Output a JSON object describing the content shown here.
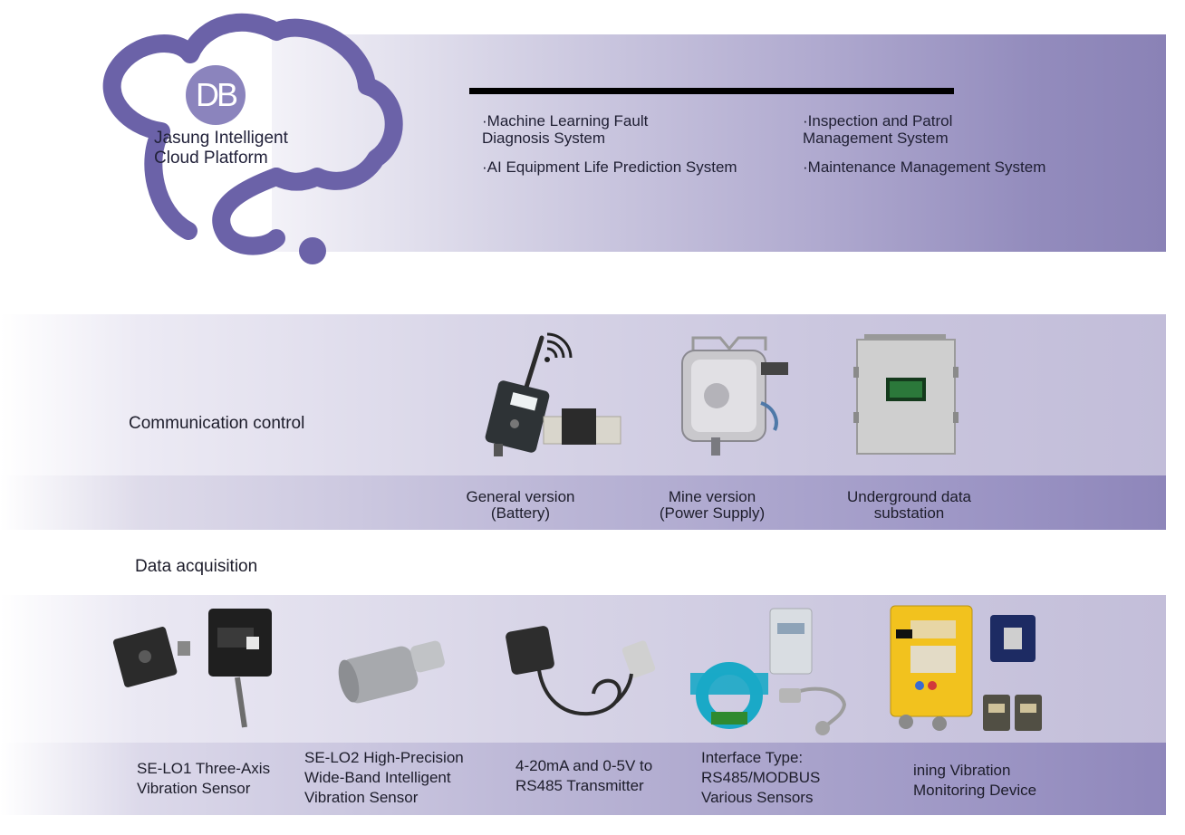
{
  "cloud": {
    "logo_text": "DB",
    "title_line1": "Jasung Intelligent",
    "title_line2": "Cloud Platform"
  },
  "features": {
    "col1": [
      {
        "line1": "·Machine Learning Fault",
        "line2": "Diagnosis System"
      },
      {
        "line1": "·AI Equipment Life Prediction System",
        "line2": ""
      }
    ],
    "col2": [
      {
        "line1": "·Inspection and Patrol",
        "line2": "Management System"
      },
      {
        "line1": "·Maintenance Management System",
        "line2": ""
      }
    ]
  },
  "communication": {
    "label": "Communication control",
    "devices": [
      {
        "line1": "General version",
        "line2": "(Battery)",
        "icon": "wireless-transmitter-icon"
      },
      {
        "line1": "Mine version",
        "line2": "(Power Supply)",
        "icon": "mine-box-icon"
      },
      {
        "line1": "Underground data",
        "line2": "substation",
        "icon": "substation-cabinet-icon"
      }
    ]
  },
  "acquisition": {
    "label": "Data acquisition",
    "devices": [
      {
        "lines": [
          "SE-LO1 Three-Axis",
          "Vibration Sensor"
        ],
        "icon": "three-axis-sensor-icon"
      },
      {
        "lines": [
          "SE-LO2 High-Precision",
          "Wide-Band Intelligent",
          "Vibration Sensor"
        ],
        "icon": "cylinder-sensor-icon"
      },
      {
        "lines": [
          "4-20mA and 0-5V to",
          "RS485 Transmitter"
        ],
        "icon": "transmitter-icon"
      },
      {
        "lines": [
          "Interface Type:",
          "RS485/MODBUS",
          "Various Sensors"
        ],
        "icon": "current-sensor-icon"
      },
      {
        "lines": [
          "ining Vibration",
          "Monitoring Device"
        ],
        "icon": "monitoring-device-icon"
      }
    ]
  },
  "colors": {
    "accent_purple": "#6b62a8",
    "band_purple": "#8a82b6",
    "device_yellow": "#f2c21e"
  }
}
